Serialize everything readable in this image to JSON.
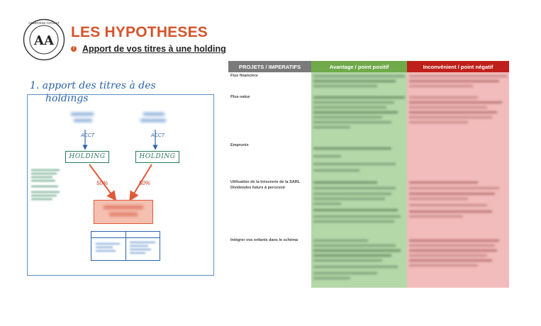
{
  "header": {
    "title": "LES HYPOTHESES",
    "subtitle": "Apport de vos titres à une holding",
    "bullet_glyph": "!"
  },
  "logo": {
    "initials": "AA",
    "ring_text": "AMBROISE AVOCAT"
  },
  "whiteboard": {
    "heading_line1": "1. apport des titres à des",
    "heading_line2": "holdings",
    "holding_left": "HOLDING",
    "holding_right": "HOLDING",
    "acct_left": "ACCT",
    "acct_right": "ACCT",
    "pct_left": "50%",
    "pct_right": "50%",
    "colors": {
      "blue": "#2c63a8",
      "green": "#2a7a5c",
      "red": "#e05a3a"
    }
  },
  "table": {
    "headers": {
      "projects": "PROJETS / IMPERATIFS",
      "advantage": "Avantage / point positif",
      "drawback": "Inconvénient / point négatif"
    },
    "rows": [
      {
        "label": "Flux financiers"
      },
      {
        "label": "Plus-value"
      },
      {
        "label": "Emprunts"
      },
      {
        "label": "Utilisation de la trésorerie de la SARL\nDividendes futurs à percevoir"
      },
      {
        "label": "Intégrer vos enfants dans le schéma"
      }
    ]
  }
}
